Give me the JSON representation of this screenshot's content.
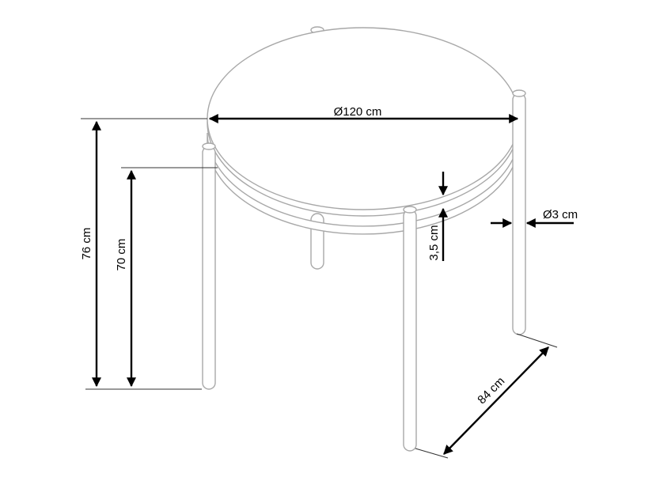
{
  "diagram": {
    "subject": "round table with four legs",
    "colors": {
      "outline": "#a8a8a8",
      "dimension": "#000000",
      "background": "#ffffff"
    },
    "dimensions": {
      "top_diameter": "Ø120 cm",
      "total_height": "76 cm",
      "apron_height": "70 cm",
      "top_thickness": "3,5 cm",
      "leg_diameter": "Ø3 cm",
      "leg_span": "84 cm"
    }
  }
}
